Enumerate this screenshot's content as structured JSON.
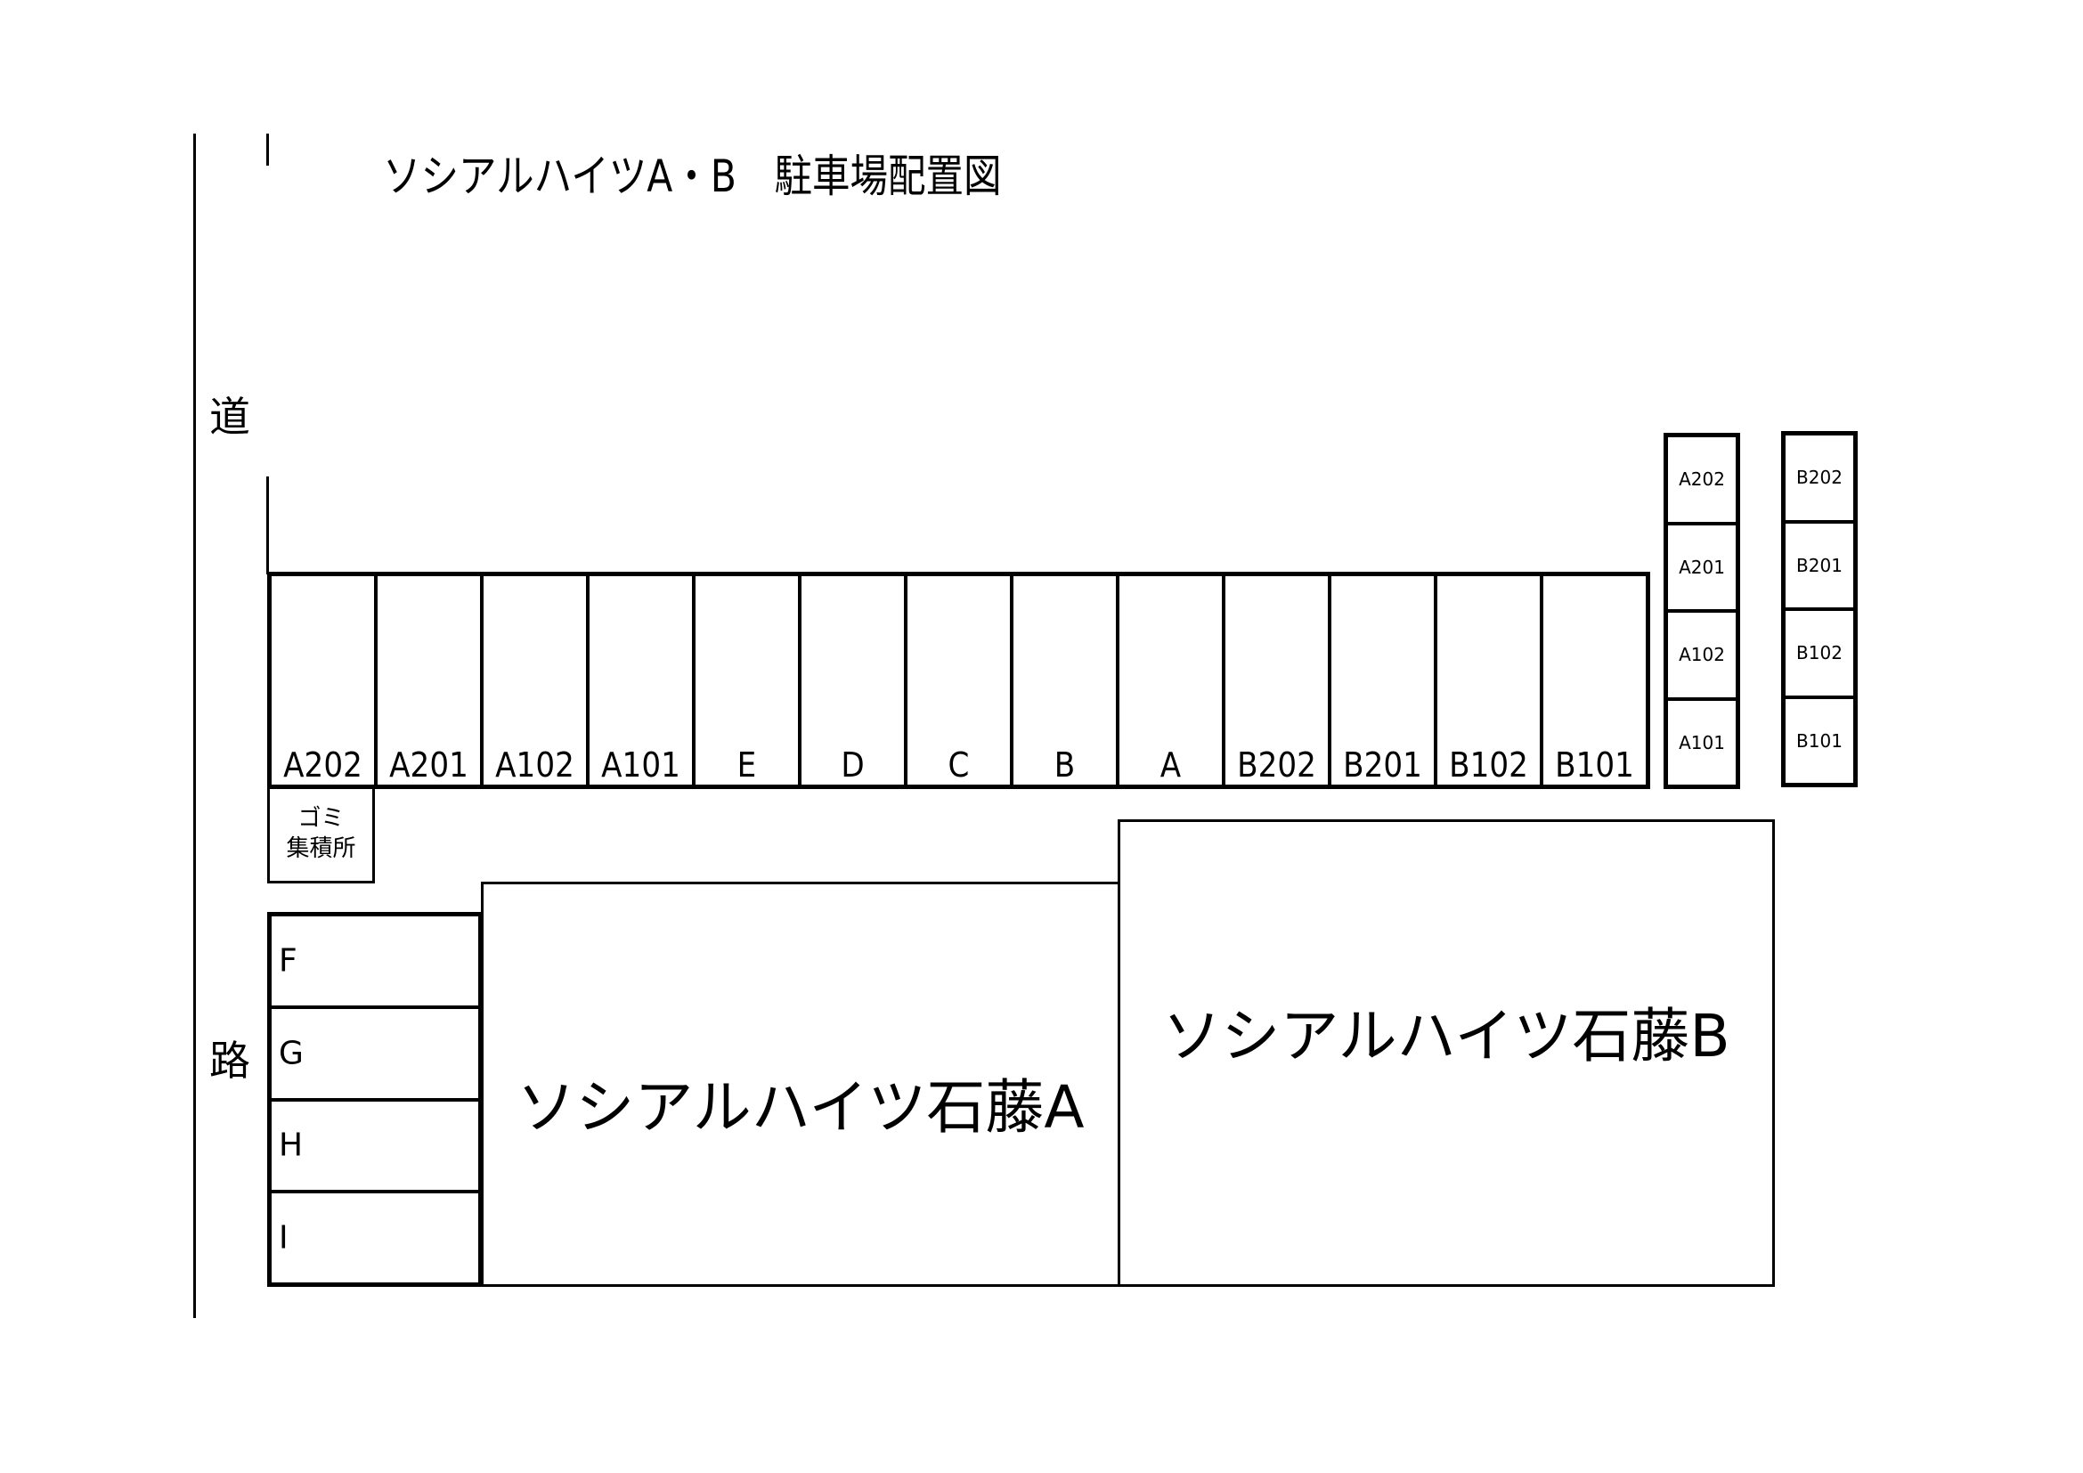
{
  "title": "ソシアルハイツA・B　駐車場配置図",
  "road_label": {
    "top": "道",
    "bottom": "路"
  },
  "main_row": [
    "A202",
    "A201",
    "A102",
    "A101",
    "E",
    "D",
    "C",
    "B",
    "A",
    "B202",
    "B201",
    "B102",
    "B101"
  ],
  "garbage": {
    "line1": "ゴミ",
    "line2": "集積所"
  },
  "side_spaces": [
    "F",
    "G",
    "H",
    "I"
  ],
  "buildings": [
    {
      "name": "ソシアルハイツ石藤A"
    },
    {
      "name": "ソシアルハイツ石藤B"
    }
  ],
  "bike_columns": [
    {
      "cells": [
        "A202",
        "A201",
        "A102",
        "A101"
      ]
    },
    {
      "cells": [
        "B202",
        "B201",
        "B102",
        "B101"
      ]
    }
  ]
}
